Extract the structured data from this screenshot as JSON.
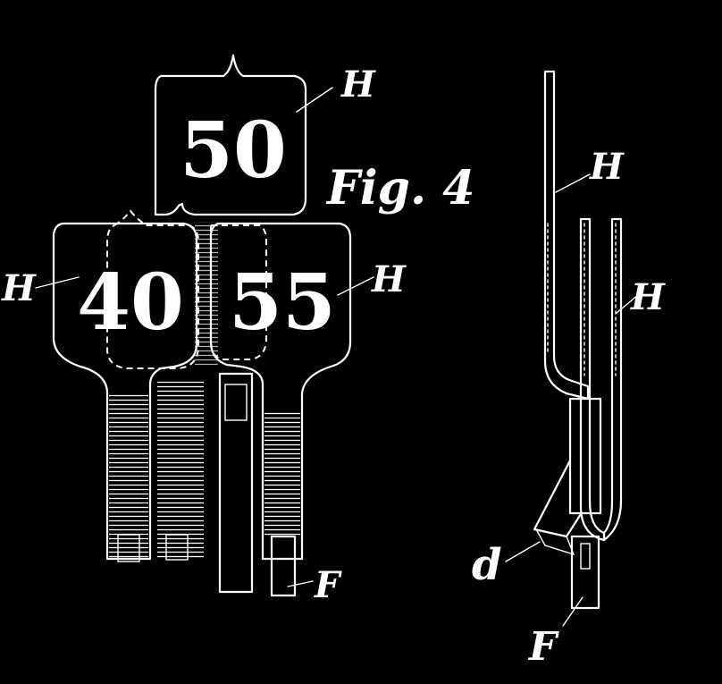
{
  "figure": {
    "caption": "Fig. 4"
  },
  "tags": [
    {
      "id": "tag-50",
      "number": "50"
    },
    {
      "id": "tag-40",
      "number": "40"
    },
    {
      "id": "tag-55",
      "number": "55"
    }
  ],
  "labels": {
    "h_top": "H",
    "h_left": "H",
    "h_right": "H",
    "h_fig4_upper": "H",
    "h_fig4_lower": "H",
    "f_left": "F",
    "f_right": "F",
    "d": "d"
  },
  "colors": {
    "background": "#000000",
    "ink": "#ffffff"
  }
}
